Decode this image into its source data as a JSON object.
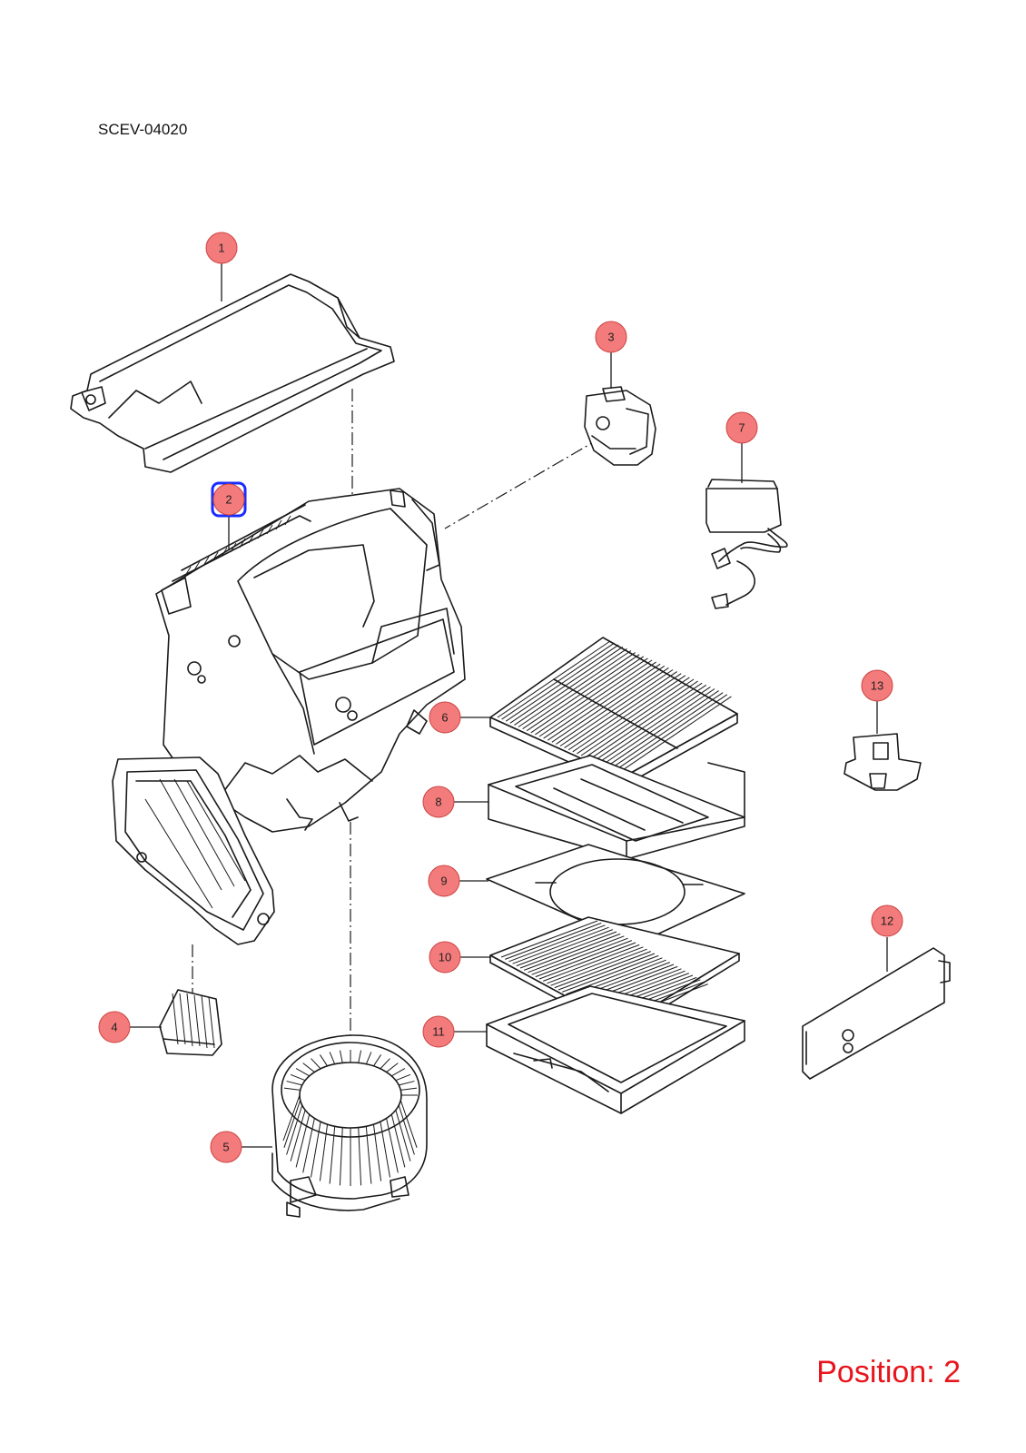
{
  "diagram_code": "SCEV-04020",
  "position_label": "Position: 2",
  "selected_callout": "2",
  "colors": {
    "callout_fill": "#f47b7b",
    "selection_ring": "#1a2bff",
    "position_text": "#e8141c"
  },
  "callouts": [
    {
      "id": "1",
      "label": "1"
    },
    {
      "id": "2",
      "label": "2"
    },
    {
      "id": "3",
      "label": "3"
    },
    {
      "id": "4",
      "label": "4"
    },
    {
      "id": "5",
      "label": "5"
    },
    {
      "id": "6",
      "label": "6"
    },
    {
      "id": "7",
      "label": "7"
    },
    {
      "id": "8",
      "label": "8"
    },
    {
      "id": "9",
      "label": "9"
    },
    {
      "id": "10",
      "label": "10"
    },
    {
      "id": "11",
      "label": "11"
    },
    {
      "id": "12",
      "label": "12"
    },
    {
      "id": "13",
      "label": "13"
    }
  ]
}
